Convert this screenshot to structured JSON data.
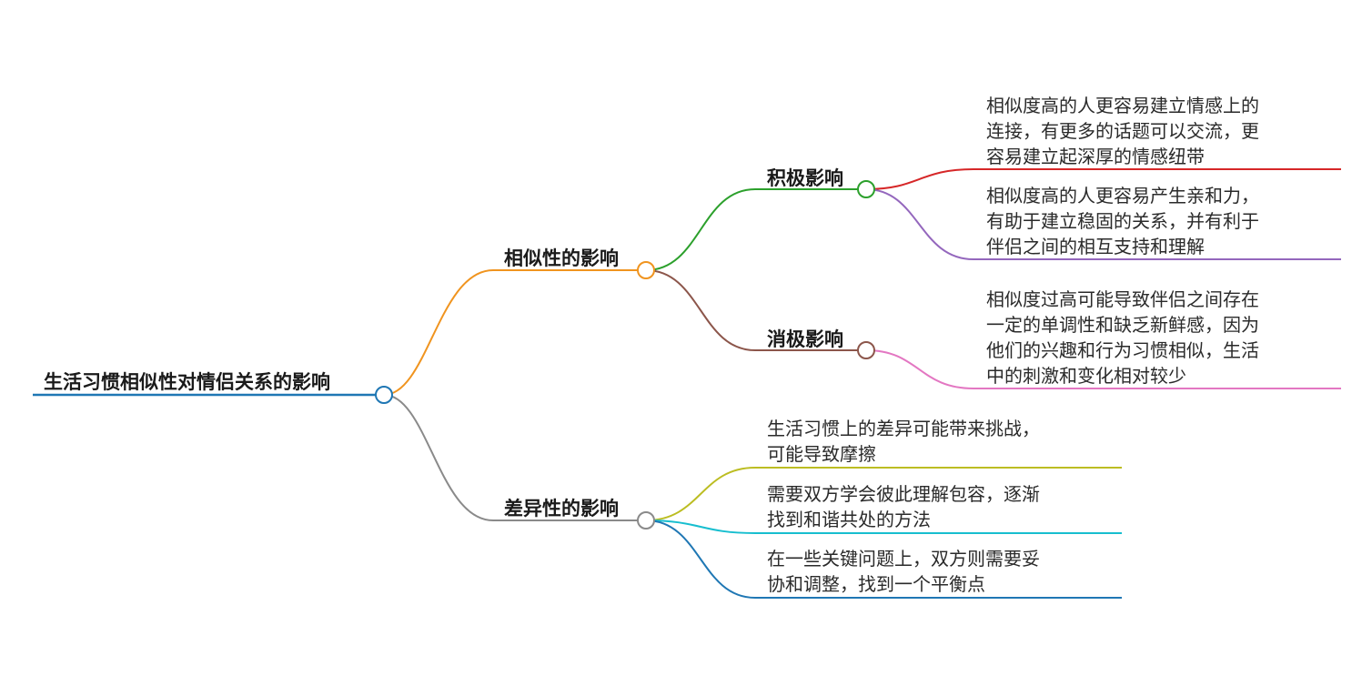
{
  "root": {
    "label": "生活习惯相似性对情侣关系的影响"
  },
  "branches": {
    "similarity": {
      "label": "相似性的影响",
      "color": "#f0941f"
    },
    "difference": {
      "label": "差异性的影响",
      "color": "#8a8a8a"
    },
    "positive": {
      "label": "积极影响",
      "color": "#2ca02c"
    },
    "negative": {
      "label": "消极影响",
      "color": "#8c564b"
    }
  },
  "leaves": {
    "positive_1": {
      "text": "相似度高的人更容易建立情感上的\n连接，有更多的话题可以交流，更\n容易建立起深厚的情感纽带",
      "color": "#d62728"
    },
    "positive_2": {
      "text": "相似度高的人更容易产生亲和力，\n有助于建立稳固的关系，并有利于\n伴侣之间的相互支持和理解",
      "color": "#9467bd"
    },
    "negative_1": {
      "text": "相似度过高可能导致伴侣之间存在\n一定的单调性和缺乏新鲜感，因为\n他们的兴趣和行为习惯相似，生活\n中的刺激和变化相对较少",
      "color": "#e377c2"
    },
    "difference_1": {
      "text": "生活习惯上的差异可能带来挑战，\n可能导致摩擦",
      "color": "#bcbd22"
    },
    "difference_2": {
      "text": "需要双方学会彼此理解包容，逐渐\n找到和谐共处的方法",
      "color": "#17becf"
    },
    "difference_3": {
      "text": "在一些关键问题上，双方则需要妥\n协和调整，找到一个平衡点",
      "color": "#1f77b4"
    }
  },
  "colors": {
    "root": "#1f77b4"
  }
}
